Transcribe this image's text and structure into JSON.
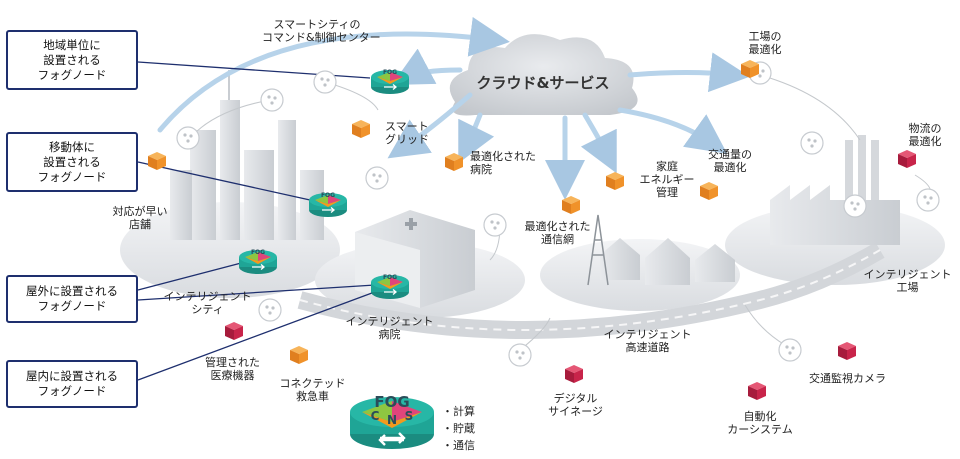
{
  "cloud": {
    "label": "クラウド&サービス"
  },
  "callouts": {
    "regional": "地域単位に\n設置される\nフォグノード",
    "mobile": "移動体に\n設置される\nフォグノード",
    "outdoor": "屋外に設置される\nフォグノード",
    "indoor": "屋内に設置される\nフォグノード"
  },
  "labels": {
    "command_center_1": "スマートシティの",
    "command_center_2": "コマンド&制御センター",
    "smart_grid_1": "スマート",
    "smart_grid_2": "グリッド",
    "opt_hospital_1": "最適化された",
    "opt_hospital_2": "病院",
    "home_energy_1": "家庭",
    "home_energy_2": "エネルギー",
    "home_energy_3": "管理",
    "traffic_1": "交通量の",
    "traffic_2": "最適化",
    "factory_opt_1": "工場の",
    "factory_opt_2": "最適化",
    "logistics_1": "物流の",
    "logistics_2": "最適化",
    "quick_store_1": "対応が早い",
    "quick_store_2": "店舗",
    "opt_network_1": "最適化された",
    "opt_network_2": "通信網",
    "smart_factory_1": "インテリジェント",
    "smart_factory_2": "工場",
    "smart_city_1": "インテリジェント",
    "smart_city_2": "シティ",
    "smart_hospital_1": "インテリジェント",
    "smart_hospital_2": "病院",
    "highway_1": "インテリジェント",
    "highway_2": "高速道路",
    "medical_1": "管理された",
    "medical_2": "医療機器",
    "ambulance_1": "コネクテッド",
    "ambulance_2": "救急車",
    "signage_1": "デジタル",
    "signage_2": "サイネージ",
    "camera": "交通監視カメラ",
    "autocar_1": "自動化",
    "autocar_2": "カーシステム"
  },
  "fog_icon": {
    "title": "FOG",
    "c": "C",
    "n": "N",
    "s": "S"
  },
  "legend": [
    "・計算",
    "・貯蔵",
    "・通信"
  ],
  "colors": {
    "arrow": "#b7d3ea",
    "callout_border": "#1e2f6e",
    "fog_teal": "#1fa596",
    "fog_green": "#8ec641",
    "fog_pink": "#e0457b",
    "fog_orange": "#f39a1e",
    "fog_dark": "#2b4d59",
    "box_orange": "#f0922a",
    "box_red": "#c8244a"
  }
}
